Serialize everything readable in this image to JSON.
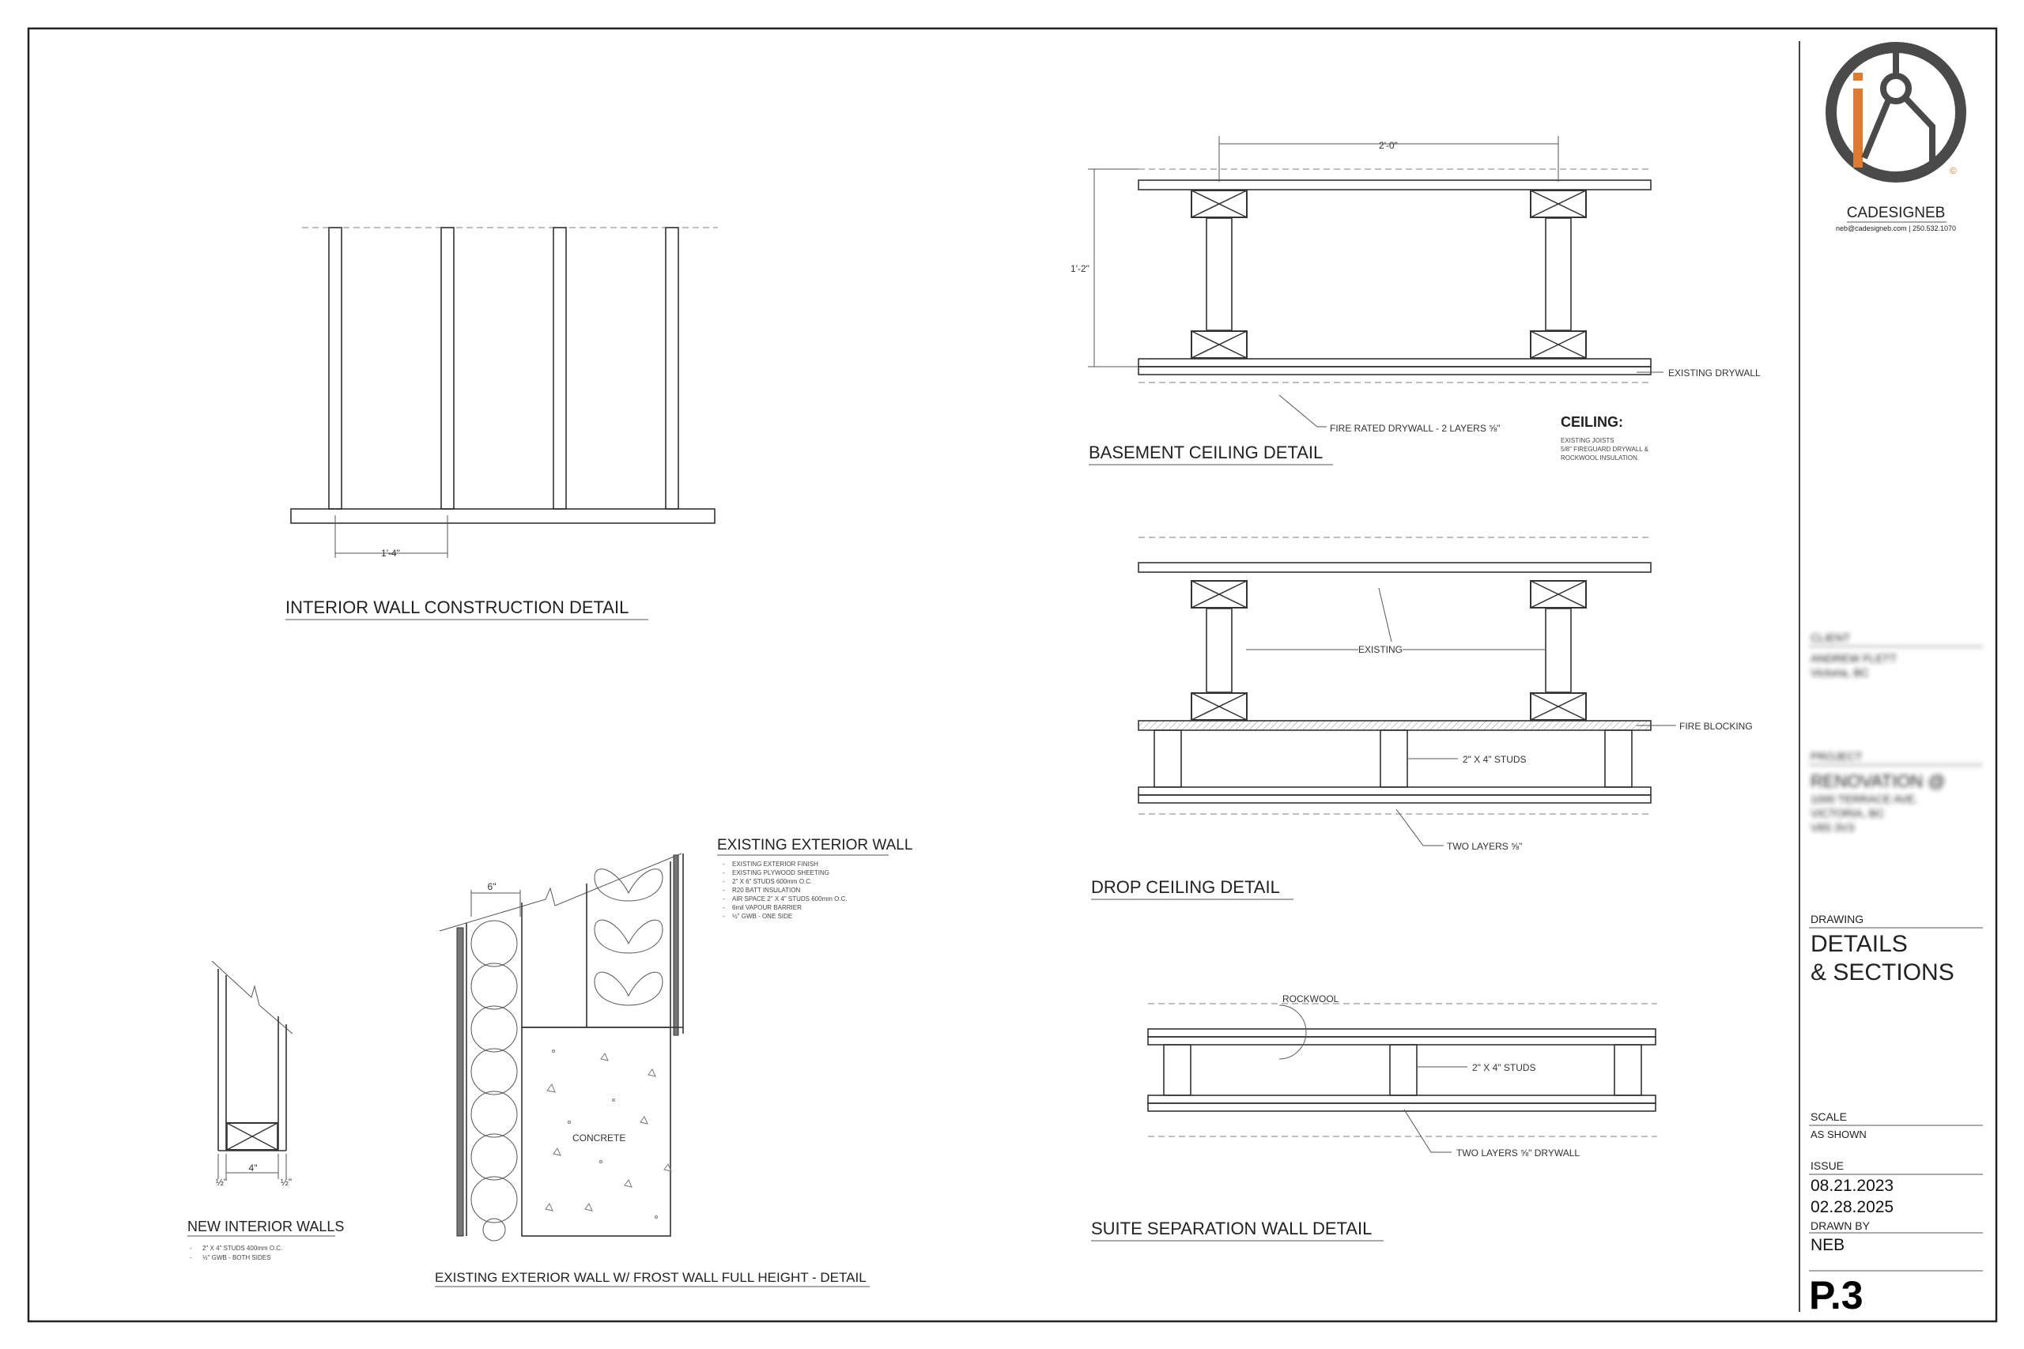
{
  "details": {
    "interior_wall": {
      "title": "INTERIOR WALL CONSTRUCTION DETAIL",
      "dim": "1'-4\""
    },
    "basement_ceiling": {
      "title": "BASEMENT CEILING DETAIL",
      "dim_width": "2'-0\"",
      "dim_height": "1'-2\"",
      "note_drywall": "EXISTING DRYWALL",
      "note_fire": "FIRE RATED DRYWALL - 2 LAYERS ⅝\""
    },
    "ceiling_note": {
      "heading": "CEILING:",
      "lines": [
        "EXISTING JOISTS",
        "5/8\" FIREGUARD DRYWALL &",
        "ROCKWOOL INSULATION."
      ]
    },
    "drop_ceiling": {
      "title": "DROP CEILING DETAIL",
      "note_existing": "EXISTING",
      "note_fire_blocking": "FIRE BLOCKING",
      "note_studs": "2\" X 4\" STUDS",
      "note_layers": "TWO LAYERS ⅝\""
    },
    "suite_separation": {
      "title": "SUITE SEPARATION WALL DETAIL",
      "note_rockwool": "ROCKWOOL",
      "note_studs": "2\" X 4\" STUDS",
      "note_layers": "TWO LAYERS ⅝\" DRYWALL"
    },
    "existing_exterior": {
      "title": "EXISTING EXTERIOR WALL",
      "notes": [
        "EXISTING EXTERIOR FINISH",
        "EXISTING PLYWOOD SHEETING",
        "2\" X 6\" STUDS 600mm O.C.",
        "R20 BATT INSULATION",
        "AIR SPACE 2\" X 4\" STUDS 600mm O.C.",
        "6mil VAPOUR BARRIER",
        "½\" GWB - ONE SIDE"
      ],
      "dim": "6\"",
      "concrete": "CONCRETE",
      "frost_title": "EXISTING EXTERIOR WALL W/ FROST WALL FULL HEIGHT - DETAIL"
    },
    "new_interior": {
      "title": "NEW INTERIOR WALLS",
      "dim_mid": "4\"",
      "dim_left": "½\"",
      "dim_right": "½\"",
      "notes": [
        "2\" X 4\" STUDS 400mm O.C.",
        "½\" GWB - BOTH SIDES"
      ]
    }
  },
  "title_block": {
    "company": "CADESIGNEB",
    "contact": "neb@cadesigneb.com | 250.532.1070",
    "client_label": "CLIENT",
    "client_lines": [
      "ANDREW FLETT",
      "Victoria, BC"
    ],
    "project_label": "PROJECT",
    "project_name": "RENOVATION @",
    "project_lines": [
      "1000 TERRACE AVE.",
      "VICTORIA, BC",
      "V8S 3V3"
    ],
    "drawing_label": "DRAWING",
    "drawing_line1": "DETAILS",
    "drawing_line2": "& SECTIONS",
    "scale_label": "SCALE",
    "scale_value": "AS SHOWN",
    "issue_label": "ISSUE",
    "issue_dates": [
      "08.21.2023",
      "02.28.2025"
    ],
    "drawn_by_label": "DRAWN BY",
    "drawn_by": "NEB",
    "sheet_number": "P.3"
  },
  "colors": {
    "logo_ring": "#4a4a4a",
    "logo_accent": "#e07a30",
    "line": "#333333"
  }
}
